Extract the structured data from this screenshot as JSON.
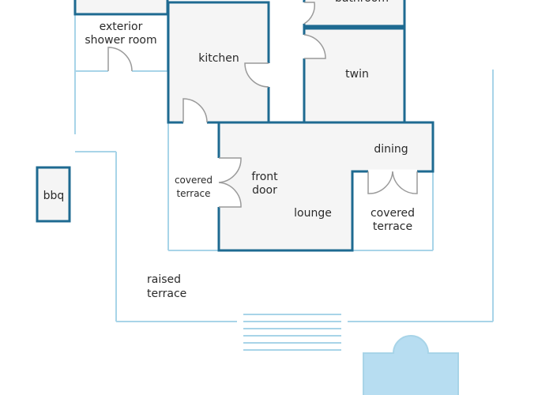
{
  "rooms": {
    "bathroom": "bathroom",
    "exterior_shower_room": [
      "exterior",
      "shower room"
    ],
    "kitchen": "kitchen",
    "twin": "twin",
    "dining": "dining",
    "front_door": [
      "front",
      "door"
    ],
    "lounge": "lounge",
    "covered_terrace_left": [
      "covered",
      "terrace"
    ],
    "covered_terrace_right": [
      "covered",
      "terrace"
    ],
    "bbq": "bbq",
    "raised_terrace": [
      "raised",
      "terrace"
    ]
  },
  "colors": {
    "wall": "#1e6a91",
    "terrace_outline": "#a8d4e8",
    "room_fill": "#f5f5f5",
    "pool_fill": "#b7ddf1",
    "door": "#9a9a9a",
    "text": "#2a2a2a"
  }
}
